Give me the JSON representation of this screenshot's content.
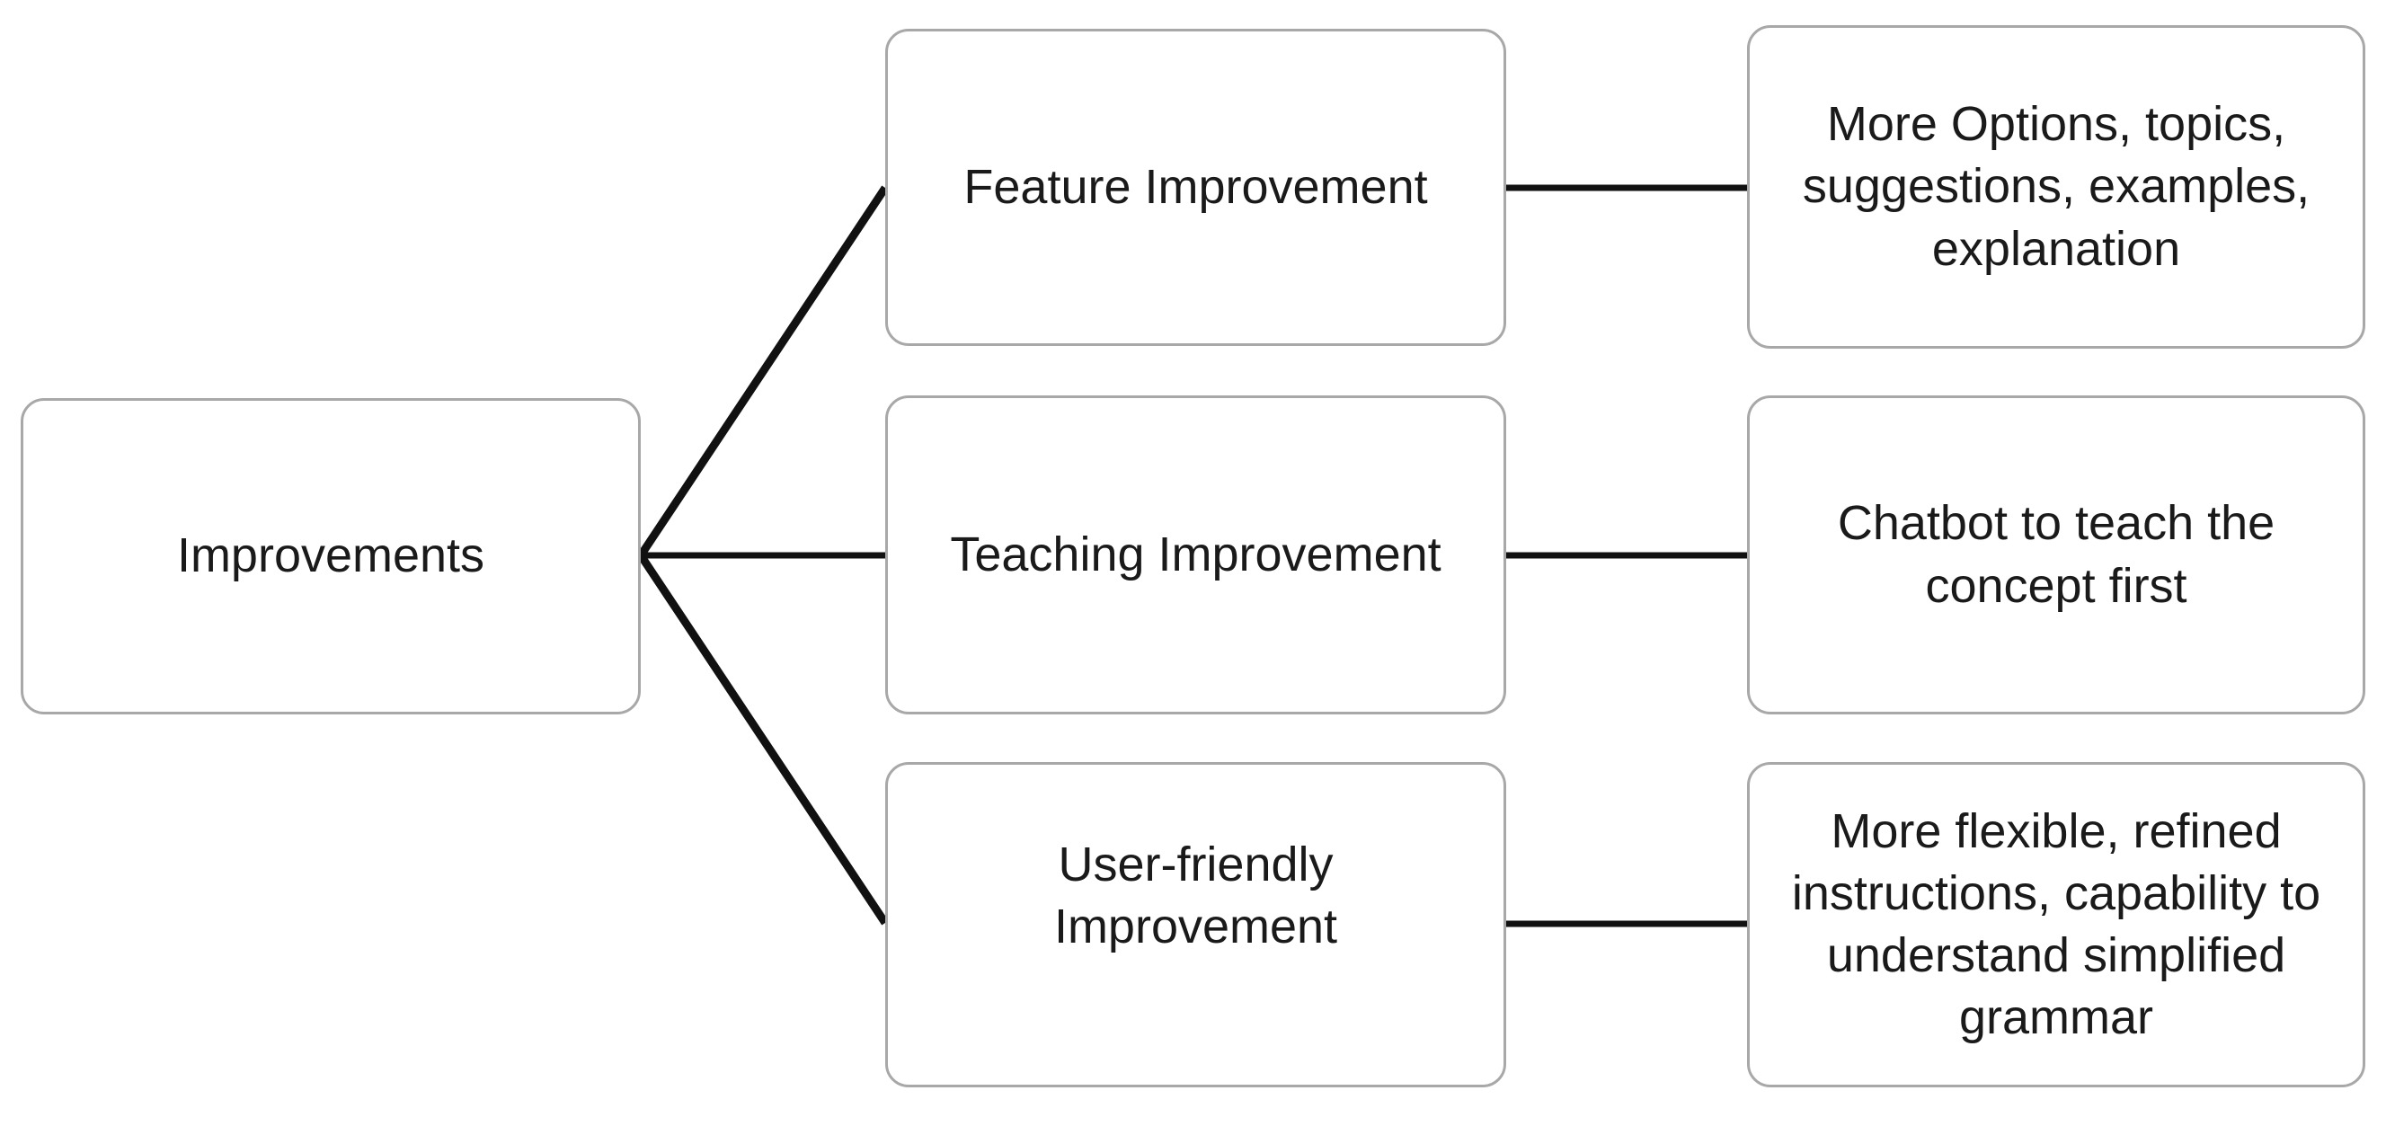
{
  "diagram": {
    "title": "Improvements",
    "type": "tree",
    "orientation": "left-to-right",
    "colors": {
      "background": "#ffffff",
      "node_fill": "#ffffff",
      "node_border": "#a8a8a8",
      "connector": "#000000",
      "text": "#1a1a1a"
    },
    "root": {
      "id": "improvements",
      "label": "Improvements"
    },
    "branches": [
      {
        "id": "feature",
        "label": "Feature Improvement",
        "detail": "More Options, topics, suggestions, examples, explanation"
      },
      {
        "id": "teaching",
        "label": "Teaching Improvement",
        "detail": "Chatbot to teach the concept first"
      },
      {
        "id": "userfriendly",
        "label": "User-friendly Improvement",
        "detail": "More flexible, refined instructions, capability to understand simplified grammar"
      }
    ]
  }
}
